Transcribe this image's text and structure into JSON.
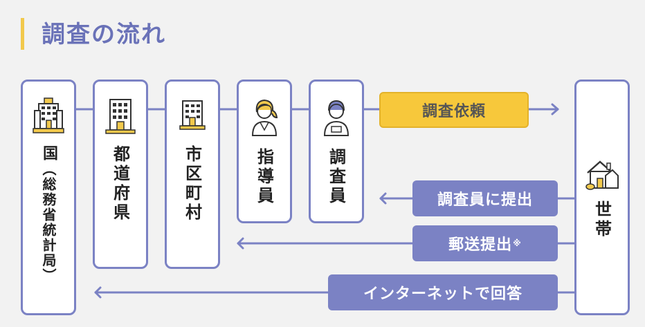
{
  "title": "調査の流れ",
  "nodes": [
    {
      "id": "kuni",
      "label": "国",
      "sub": "（総務省統計局）",
      "icon": "government-building-icon"
    },
    {
      "id": "todofuken",
      "label": "都道府県",
      "icon": "office-building-icon"
    },
    {
      "id": "shichoson",
      "label": "市区町村",
      "icon": "town-hall-icon"
    },
    {
      "id": "shidoin",
      "label": "指導員",
      "icon": "woman-person-icon"
    },
    {
      "id": "chosain",
      "label": "調査員",
      "icon": "man-person-icon"
    },
    {
      "id": "setai",
      "label": "世帯",
      "icon": "house-icon"
    }
  ],
  "flows": {
    "request": "調査依頼",
    "submit_to_surveyor": "調査員に提出",
    "mail_submit": "郵送提出",
    "mail_mark": "※",
    "internet": "インターネットで回答"
  },
  "colors": {
    "accent": "#7b82c4",
    "request": "#f7c83b",
    "title": "#6a72b8",
    "bar": "#f2c94c"
  }
}
